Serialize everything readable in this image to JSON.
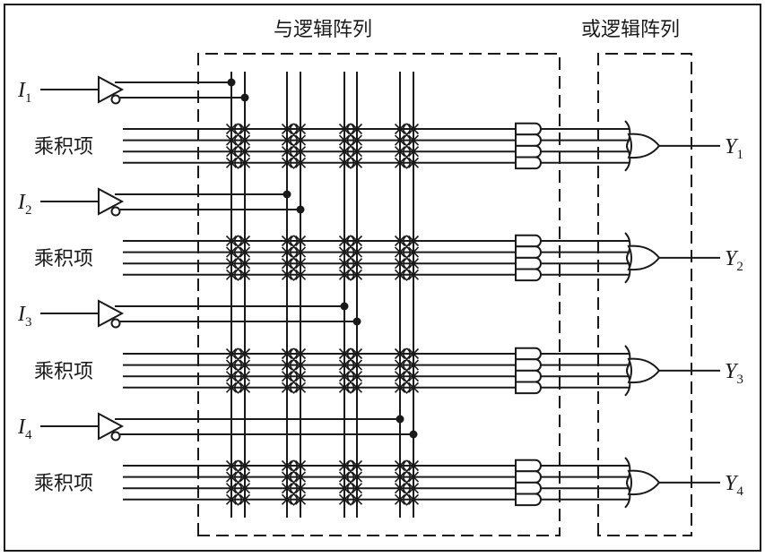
{
  "diagram": {
    "title_and_array": "与逻辑阵列",
    "title_or_array": "或逻辑阵列",
    "product_term_label": "乘积项",
    "inputs": [
      {
        "letter": "I",
        "sub": "1"
      },
      {
        "letter": "I",
        "sub": "2"
      },
      {
        "letter": "I",
        "sub": "3"
      },
      {
        "letter": "I",
        "sub": "4"
      }
    ],
    "outputs": [
      {
        "letter": "Y",
        "sub": "1"
      },
      {
        "letter": "Y",
        "sub": "2"
      },
      {
        "letter": "Y",
        "sub": "3"
      },
      {
        "letter": "Y",
        "sub": "4"
      }
    ],
    "product_terms_per_output": 4,
    "connection_marks": "programmable-fuse (X)",
    "colors": {
      "ink": "#1a1a1a",
      "background": "#ffffff"
    }
  }
}
